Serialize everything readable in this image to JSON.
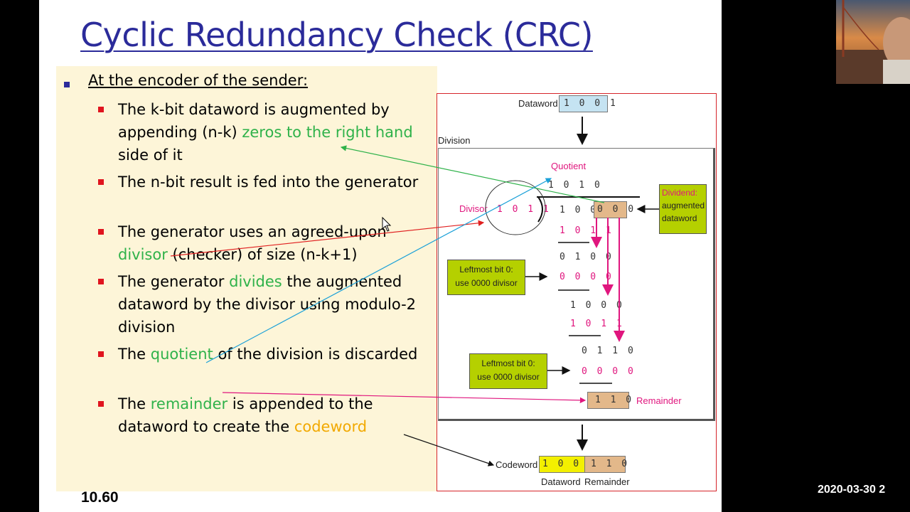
{
  "slide": {
    "title": "Cyclic Redundancy Check (CRC)",
    "page_number": "10.60",
    "main_bullet": "At the encoder of the sender:",
    "items": [
      {
        "parts": [
          {
            "text": "The k-bit dataword is augmented by appending (n-k) ",
            "style": "normal"
          },
          {
            "text": "zeros to the right hand",
            "style": "green"
          },
          {
            "text": " side of it",
            "style": "normal"
          }
        ]
      },
      {
        "parts": [
          {
            "text": "The n-bit result is fed into the generator",
            "style": "normal"
          }
        ]
      },
      {
        "parts": [
          {
            "text": "The generator uses an agreed-upon ",
            "style": "normal"
          },
          {
            "text": "divisor",
            "style": "green"
          },
          {
            "text": " (checker) of size (n-k+1)",
            "style": "normal"
          }
        ]
      },
      {
        "parts": [
          {
            "text": "The generator ",
            "style": "normal"
          },
          {
            "text": "divides",
            "style": "green"
          },
          {
            "text": " the augmented dataword by the divisor using modulo-2 division",
            "style": "normal"
          }
        ]
      },
      {
        "parts": [
          {
            "text": "The ",
            "style": "normal"
          },
          {
            "text": "quotient",
            "style": "green"
          },
          {
            "text": " of the division is discarded",
            "style": "normal"
          }
        ]
      },
      {
        "parts": [
          {
            "text": "The ",
            "style": "normal"
          },
          {
            "text": "remainder",
            "style": "green"
          },
          {
            "text": " is appended to the dataword to create the ",
            "style": "normal"
          },
          {
            "text": "codeword",
            "style": "orange"
          }
        ]
      }
    ]
  },
  "diagram": {
    "dataword_label": "Dataword",
    "dataword_bits": "1 0 0 1",
    "division_label": "Division",
    "quotient_label": "Quotient",
    "quotient_bits": "1 0 1 0",
    "divisor_label": "Divisor",
    "divisor_bits": "1 0 1 1",
    "dividend_data_bits": "1 0 0 1",
    "dividend_zero_bits": "0 0 0",
    "dividend_box": [
      "Dividend:",
      "augmented",
      "dataword"
    ],
    "rows": [
      "1 0 1 1",
      "0 1 0 0",
      "0 0 0 0",
      "1 0 0 0",
      "1 0 1 1",
      "0 1 1 0",
      "0 0 0 0"
    ],
    "leftmost_note_1": [
      "Leftmost bit 0:",
      "use 0000 divisor"
    ],
    "leftmost_note_2": [
      "Leftmost bit 0:",
      "use 0000 divisor"
    ],
    "remainder_bits": "1 1 0",
    "remainder_label": "Remainder",
    "codeword_label": "Codeword",
    "codeword_data_bits": "1 0 0 1",
    "codeword_rem_bits": "1 1 0",
    "bottom_dataword_label": "Dataword",
    "bottom_remainder_label": "Remainder"
  },
  "video_overlay": {
    "timestamp": "2020-03-30  2"
  },
  "colors": {
    "title": "#2b2b9a",
    "green_text": "#2fb24a",
    "orange_text": "#f2a900",
    "panel_bg": "#fdf5d8",
    "magenta": "#e0167e",
    "red_bullet": "#e0141e",
    "note_bg": "#b5d000"
  }
}
